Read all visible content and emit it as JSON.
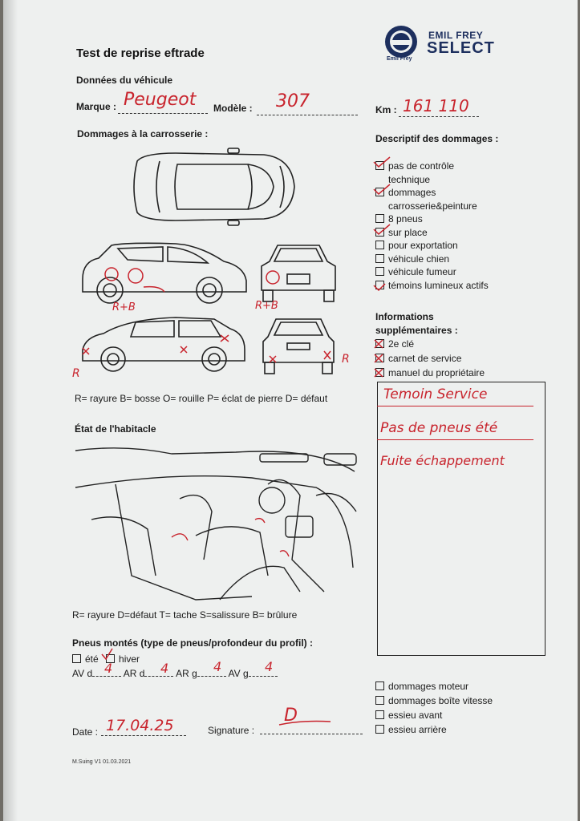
{
  "header": {
    "title": "Test de reprise eftrade",
    "brand_line1": "EMIL FREY",
    "brand_line2": "SELECT",
    "brand_badge": "Emil Frey"
  },
  "vehicle": {
    "section_title": "Données du véhicule",
    "marque_label": "Marque :",
    "marque_value": "Peugeot",
    "modele_label": "Modèle :",
    "modele_value": "307",
    "km_label": "Km :",
    "km_value": "161 110"
  },
  "body_damage": {
    "section_title": "Dommages à la carrosserie :",
    "marks": [
      "R+B",
      "R+B",
      "R",
      "R"
    ],
    "legend": "R= rayure B= bosse O= rouille P= éclat de pierre D= défaut"
  },
  "damage_description": {
    "title": "Descriptif des dommages :",
    "items": [
      {
        "label": "pas de contrôle technique",
        "checked": true
      },
      {
        "label": "dommages carrosserie&peinture",
        "checked": true
      },
      {
        "label": "8 pneus",
        "checked": false
      },
      {
        "label": "sur place",
        "checked": true
      },
      {
        "label": "pour exportation",
        "checked": false
      },
      {
        "label": "véhicule chien",
        "checked": false
      },
      {
        "label": "véhicule fumeur",
        "checked": false
      },
      {
        "label": "témoins lumineux actifs",
        "checked": true
      }
    ]
  },
  "additional_info": {
    "title_line1": "Informations",
    "title_line2": "supplémentaires :",
    "items": [
      {
        "label": "2e clé",
        "checked": true
      },
      {
        "label": "carnet de service",
        "checked": true
      },
      {
        "label": "manuel du propriétaire",
        "checked": true
      }
    ],
    "notes": [
      "Temoin Service",
      "Pas de pneus été",
      "Fuite échappement"
    ]
  },
  "interior": {
    "section_title": "État de l'habitacle",
    "legend": "R= rayure D=défaut T= tache S=salissure B= brûlure"
  },
  "tires": {
    "title": "Pneus montés (type de pneus/profondeur du profil) :",
    "ete_label": "été",
    "hiver_label": "hiver",
    "hiver_checked": true,
    "av_d_label": "AV d",
    "av_d_value": "4",
    "ar_d_label": "AR d",
    "ar_d_value": "4",
    "ar_g_label": "AR g",
    "ar_g_value": "4",
    "av_g_label": "AV g",
    "av_g_value": "4"
  },
  "mechanical": {
    "items": [
      {
        "label": "dommages moteur",
        "checked": false
      },
      {
        "label": "dommages boîte vitesse",
        "checked": false
      },
      {
        "label": "essieu avant",
        "checked": false
      },
      {
        "label": "essieu arrière",
        "checked": false
      }
    ]
  },
  "footer": {
    "date_label": "Date :",
    "date_value": "17.04.25",
    "signature_label": "Signature :",
    "signature_mark": "D",
    "version": "M.Suing V1 01.03.2021"
  },
  "colors": {
    "ink": "#c8232c",
    "paper": "#eef0ef",
    "logo": "#1d2f5e"
  }
}
